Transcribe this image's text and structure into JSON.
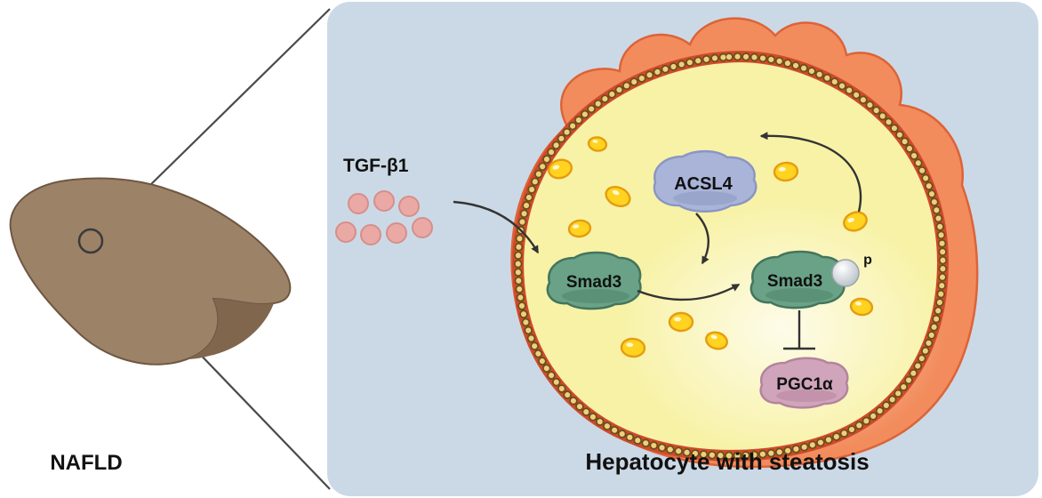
{
  "figure": {
    "left_label": "NAFLD",
    "panel_caption": "Hepatocyte with steatosis",
    "ligand": {
      "label": "TGF-β1"
    },
    "molecules": {
      "acsl4": "ACSL4",
      "smad3": "Smad3",
      "smad3_phospho": "Smad3",
      "phospho_tag": "p",
      "pgc1a": "PGC1α"
    },
    "relations": {
      "tgfb1_to_smad3": "activates",
      "smad3_to_phospho_smad3": "converts",
      "acsl4_to_phosphorylation": "promotes",
      "lipid_to_acsl4": "induces",
      "phospho_smad3_to_pgc1a": "inhibits"
    },
    "colors": {
      "panel_bg": "#cbd9e6",
      "liver_main": "#9c8267",
      "liver_lobe_dark": "#7f664d",
      "tgfb1_dot": "#eaa9a4",
      "tgfb1_dot_stroke": "#d68f8a",
      "cell_outer": "#f28c5c",
      "membrane_band": "#cf4a2a",
      "membrane_bead": "#ecd07c",
      "membrane_bead_ring": "#6b4d1d",
      "cytoplasm": "#f8f2a6",
      "lipid_fill": "#ffd31f",
      "lipid_stroke": "#e59c10",
      "acsl4_fill": "#a9b4d8",
      "smad3_fill": "#69a287",
      "pgc1a_fill": "#d0a4bb",
      "arrow": "#333333"
    }
  }
}
